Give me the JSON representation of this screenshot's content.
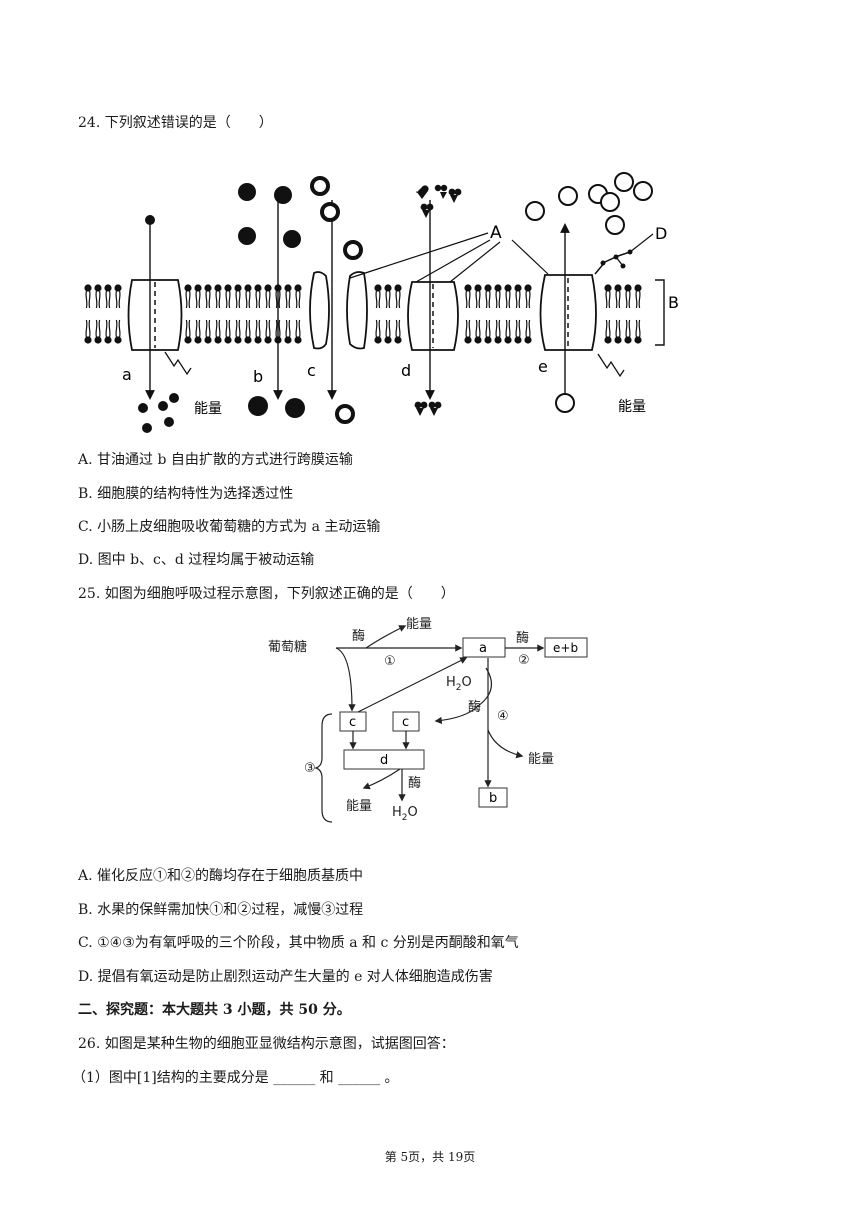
{
  "q24": {
    "stem": "24. 下列叙述错误的是（　　）",
    "figure": {
      "labels": {
        "a": "a",
        "b": "b",
        "c": "c",
        "d": "d",
        "e": "e",
        "A": "A",
        "B": "B",
        "D": "D"
      },
      "energy": "能量"
    },
    "options": [
      "A. 甘油通过 b 自由扩散的方式进行跨膜运输",
      "B. 细胞膜的结构特性为选择透过性",
      "C. 小肠上皮细胞吸收葡萄糖的方式为 a 主动运输",
      "D. 图中 b、c、d 过程均属于被动运输"
    ]
  },
  "q25": {
    "stem": "25. 如图为细胞呼吸过程示意图，下列叙述正确的是（　　）",
    "figure": {
      "glucose": "葡萄糖",
      "enzyme": "酶",
      "energy": "能量",
      "box_a": "a",
      "box_eb": "e+b",
      "box_c": "c",
      "box_d": "d",
      "box_b": "b",
      "h2o": "H",
      "h2o_sub": "2",
      "h2o_o": "O",
      "step1": "①",
      "step2": "②",
      "step3": "③",
      "step4": "④"
    },
    "options": [
      "A. 催化反应①和②的酶均存在于细胞质基质中",
      "B. 水果的保鲜需加快①和②过程，减慢③过程",
      "C. ①④③为有氧呼吸的三个阶段，其中物质 a 和 c 分别是丙酮酸和氧气",
      "D. 提倡有氧运动是防止剧烈运动产生大量的 e 对人体细胞造成伤害"
    ]
  },
  "section2": "二、探究题：本大题共 3 小题，共 50 分。",
  "q26": {
    "stem": "26. 如图是某种生物的细胞亚显微结构示意图，试据图回答：",
    "sub1": "（1）图中[1]结构的主要成分是 ______ 和 ______ 。"
  },
  "footer": "第 5页，共 19页"
}
